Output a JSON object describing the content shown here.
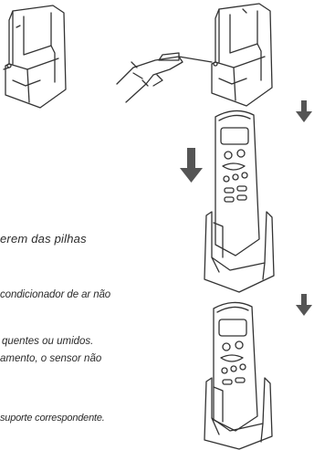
{
  "text_lines": [
    "erem das pilhas",
    "condicionador de ar não",
    "quentes ou umidos.",
    "amento, o sensor não",
    "suporte correspondente."
  ],
  "icons": [
    "wall-holder-icon",
    "screwdriver-hand-icon",
    "remote-control-icon",
    "down-arrow-icon"
  ],
  "colors": {
    "line": "#333333",
    "arrow": "#555555",
    "text": "#2a2a2a"
  }
}
